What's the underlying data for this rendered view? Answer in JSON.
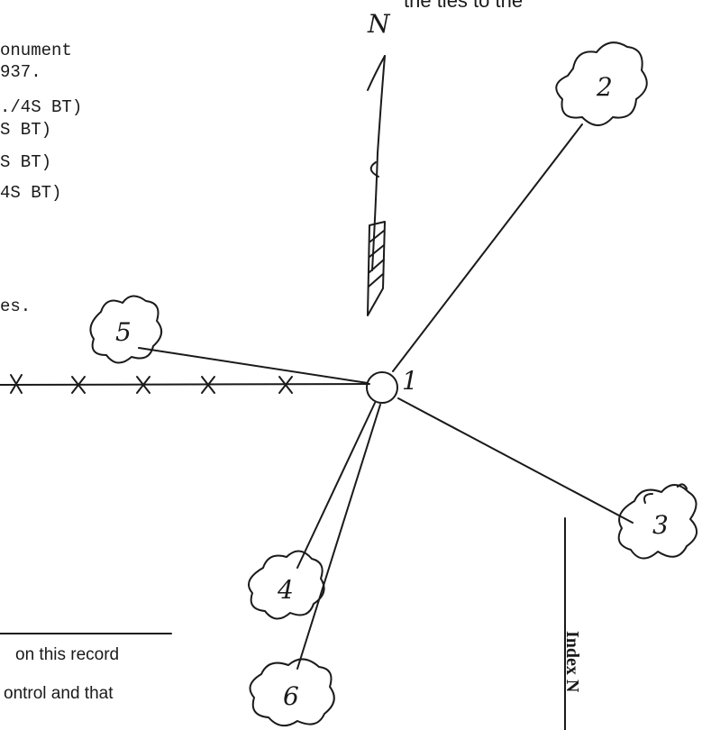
{
  "header_fragment": "the ties to the",
  "typed_lines": [
    "onument",
    "937.",
    "./4S BT)",
    "S BT)",
    "S BT)",
    "4S BT)",
    "es."
  ],
  "north_label": "N",
  "points": {
    "p1": "1",
    "p2": "2",
    "p3": "3",
    "p4": "4",
    "p5": "5",
    "p6": "6"
  },
  "bottom_lines": [
    "on this record",
    "ontrol and that"
  ],
  "index_label": "Index N"
}
